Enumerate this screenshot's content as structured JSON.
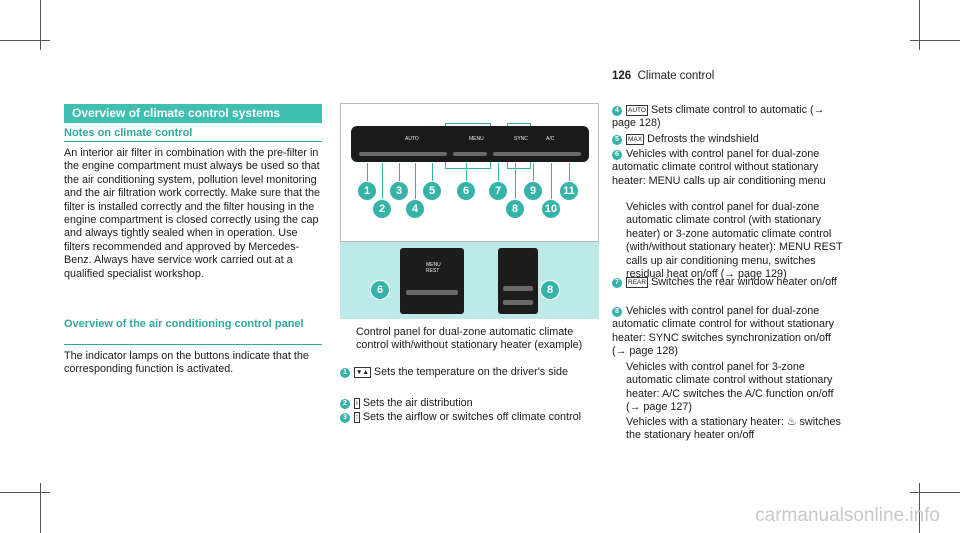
{
  "header": {
    "page_number": "126",
    "chapter": "Climate control"
  },
  "left": {
    "section_title": "Overview of climate control systems",
    "subheading_1": "Notes on climate control",
    "paragraph_1": "An interior air filter in combination with the pre-filter in the engine compartment must always be used so that the air conditioning system, pollution level monitoring and the air filtration work correctly. Make sure that the filter is installed correctly and the filter housing in the engine compartment is closed correctly using the cap and always tightly sealed when in operation. Use filters recommended and approved by Mercedes-Benz. Always have service work carried out at a qualified specialist workshop.",
    "subheading_2": "Overview of the air conditioning control panel",
    "paragraph_2": "The indicator lamps on the buttons indicate that the corresponding function is activated."
  },
  "figure": {
    "button_labels": [
      "AUTO",
      "MENU",
      "SYNC",
      "A/C"
    ],
    "callouts_top": [
      "1",
      "3",
      "5",
      "6",
      "7",
      "9",
      "11"
    ],
    "callouts_bottom": [
      "2",
      "4",
      "8",
      "10"
    ],
    "detail_callouts": [
      "6",
      "8"
    ],
    "detail_label_line1": "MENU",
    "detail_label_line2": "REST"
  },
  "caption": "Control panel for dual-zone automatic climate control with/without stationary heater (example)",
  "items_mid": [
    {
      "n": "1",
      "icon": "▼▲",
      "text": "Sets the temperature on the driver's side"
    },
    {
      "n": "2",
      "icon": "ⅰ",
      "text": "Sets the air distribution"
    },
    {
      "n": "3",
      "icon": "⁞",
      "text": "Sets the airflow or switches off climate control"
    }
  ],
  "items_right": [
    {
      "n": "4",
      "icon": "AUTO",
      "text": "Sets climate control to automatic (→ page 128)"
    },
    {
      "n": "5",
      "icon": "MAX",
      "text": "Defrosts the windshield"
    },
    {
      "n": "6",
      "icon": "MENU",
      "text": "Vehicles with control panel for dual-zone automatic climate control without stationary heater: MENU calls up air conditioning menu"
    },
    {
      "n": "",
      "icon": "",
      "text": "Vehicles with control panel for dual-zone automatic climate control (with stationary heater) or 3-zone automatic climate control (with/without stationary heater): MENU REST calls up air conditioning menu, switches residual heat on/off (→ page 129)"
    },
    {
      "n": "7",
      "icon": "REAR",
      "text": "Switches the rear window heater on/off"
    },
    {
      "n": "8",
      "icon": "",
      "text": "Vehicles with control panel for dual-zone automatic climate control for without stationary heater: SYNC switches synchronization on/off (→ page 128)"
    },
    {
      "n": "",
      "icon": "",
      "text": "Vehicles with control panel for 3-zone automatic climate control without stationary heater: A/C switches the A/C function on/off (→ page 127)"
    },
    {
      "n": "",
      "icon": "",
      "text": "Vehicles with a stationary heater: ♨ switches the stationary heater on/off"
    }
  ],
  "footer": "carmanualsonline.info"
}
